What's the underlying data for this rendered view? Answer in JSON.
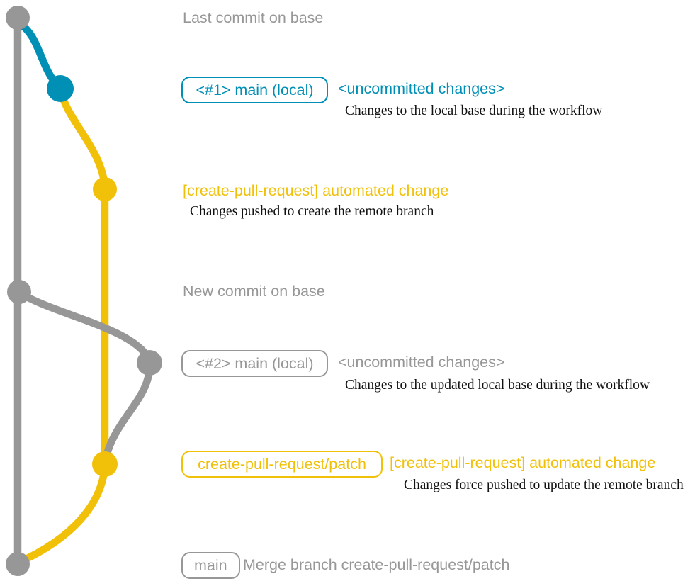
{
  "colors": {
    "gray": "#979797",
    "blue": "#008fb5",
    "yellow": "#f1c109",
    "caption": "#111111",
    "background": "#ffffff"
  },
  "graph": {
    "branches": [
      {
        "name": "base",
        "color": "#979797"
      },
      {
        "name": "main (local)",
        "color": "#008fb5"
      },
      {
        "name": "create-pull-request/patch",
        "color": "#f1c109"
      }
    ]
  },
  "rows": {
    "row1": {
      "title": "Last commit on base"
    },
    "row2": {
      "badge": "<#1> main (local)",
      "message": "<uncommitted changes>",
      "caption": "Changes to the local base during the workflow"
    },
    "row3": {
      "message": "[create-pull-request] automated change",
      "caption": "Changes pushed to create the remote branch"
    },
    "row4": {
      "title": "New commit on base"
    },
    "row5": {
      "badge": "<#2> main (local)",
      "message": "<uncommitted changes>",
      "caption": "Changes to the updated local base during the workflow"
    },
    "row6": {
      "badge": "create-pull-request/patch",
      "message": "[create-pull-request] automated change",
      "caption": "Changes force pushed to update the remote branch"
    },
    "row7": {
      "badge": "main",
      "message": "Merge branch create-pull-request/patch"
    }
  }
}
